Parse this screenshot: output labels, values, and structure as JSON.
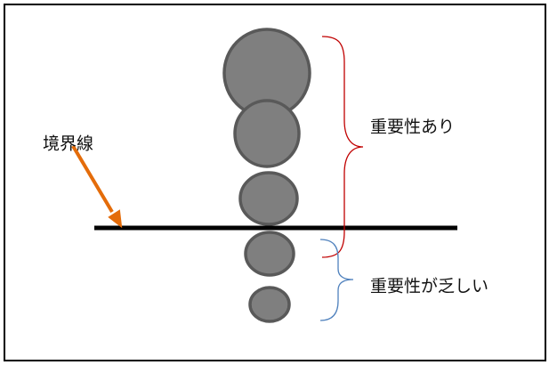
{
  "labels": {
    "boundary": "境界線",
    "important": "重要性あり",
    "less_important": "重要性が乏しい"
  },
  "colors": {
    "circle_fill": "#7f7f7f",
    "circle_stroke": "#595959",
    "arrow": "#e46c0a",
    "brace_important": "#c00000",
    "brace_less_important": "#4f81bd",
    "boundary_line": "#000000"
  },
  "items": [
    {
      "group": "important"
    },
    {
      "group": "important"
    },
    {
      "group": "important"
    },
    {
      "group": "less_important"
    },
    {
      "group": "less_important"
    }
  ]
}
